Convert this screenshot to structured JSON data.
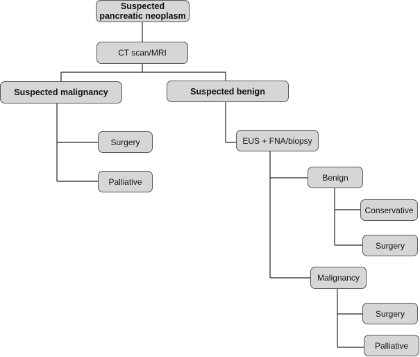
{
  "nodes": {
    "root": "Suspected\npancreatic neoplasm",
    "imaging": "CT scan/MRI",
    "malignancy": "Suspected malignancy",
    "benign": "Suspected benign",
    "surgery_1": "Surgery",
    "palliative_1": "Palliative",
    "eus": "EUS + FNA/biopsy",
    "benign_result": "Benign",
    "conservative": "Conservative",
    "surgery_2": "Surgery",
    "malignancy_result": "Malignancy",
    "surgery_3": "Surgery",
    "palliative_2": "Palliative"
  },
  "colors": {
    "node_fill": "#d6d6d6",
    "node_border": "#555555",
    "connector": "#222222"
  }
}
